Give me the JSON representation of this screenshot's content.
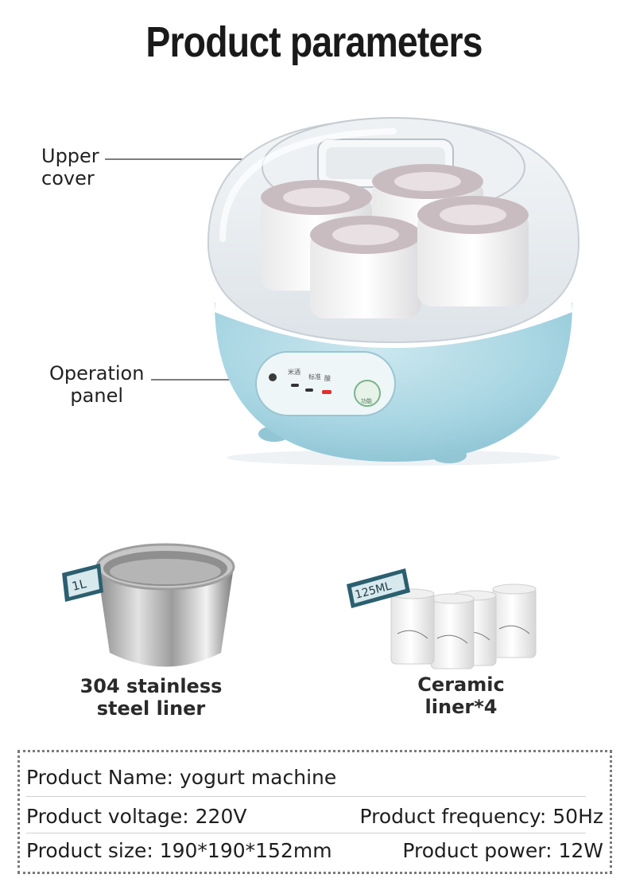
{
  "heading": "Product parameters",
  "callouts": {
    "upper_cover": [
      "Upper",
      "cover"
    ],
    "operation_panel": [
      "Operation",
      "panel"
    ]
  },
  "panel": {
    "button_label": "功能",
    "indicator_1": "米酒",
    "indicator_2": "标准",
    "indicator_3": "酸"
  },
  "accessories": {
    "liner": {
      "tag": "1L",
      "label": [
        "304 stainless",
        "steel liner"
      ]
    },
    "cups": {
      "tag": "125ML",
      "label": [
        "Ceramic",
        "liner*4"
      ]
    }
  },
  "specs": {
    "name": "Product Name: yogurt machine",
    "voltage": "Product voltage: 220V",
    "frequency": "Product frequency: 50Hz",
    "size": "Product size: 190*190*152mm",
    "power": "Product power: 12W"
  },
  "colors": {
    "body_blue": "#a9d6e3",
    "cup_lid": "#c9bcc0",
    "indicator_red": "#e0302a"
  }
}
